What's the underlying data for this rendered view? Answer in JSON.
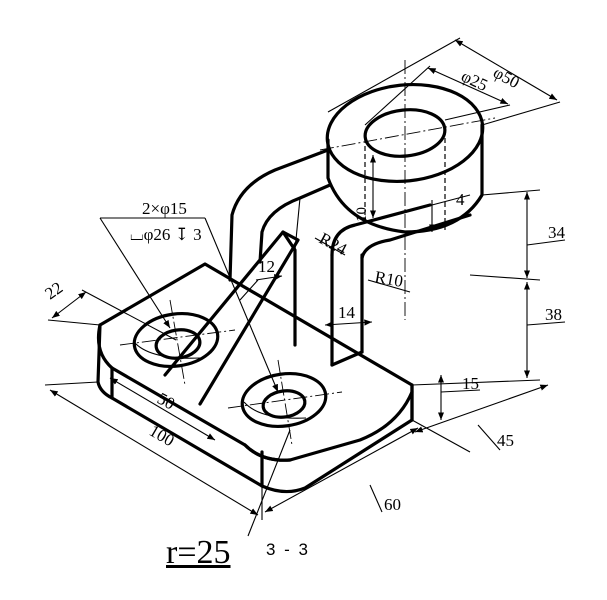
{
  "dimensions": {
    "d50": "φ50",
    "d25": "φ25",
    "holes": "2×φ15",
    "counterbore": "⌴φ26 ↧ 3",
    "h10": "10",
    "r4": "4",
    "r24": "R24",
    "d12": "12",
    "r10": "R10",
    "d22": "22",
    "d14": "14",
    "d34": "34",
    "d38": "38",
    "d15": "15",
    "d50b": "50",
    "d100": "100",
    "d45": "45",
    "d60": "60"
  },
  "caption": "r=25",
  "figure_number": "3 - 3"
}
